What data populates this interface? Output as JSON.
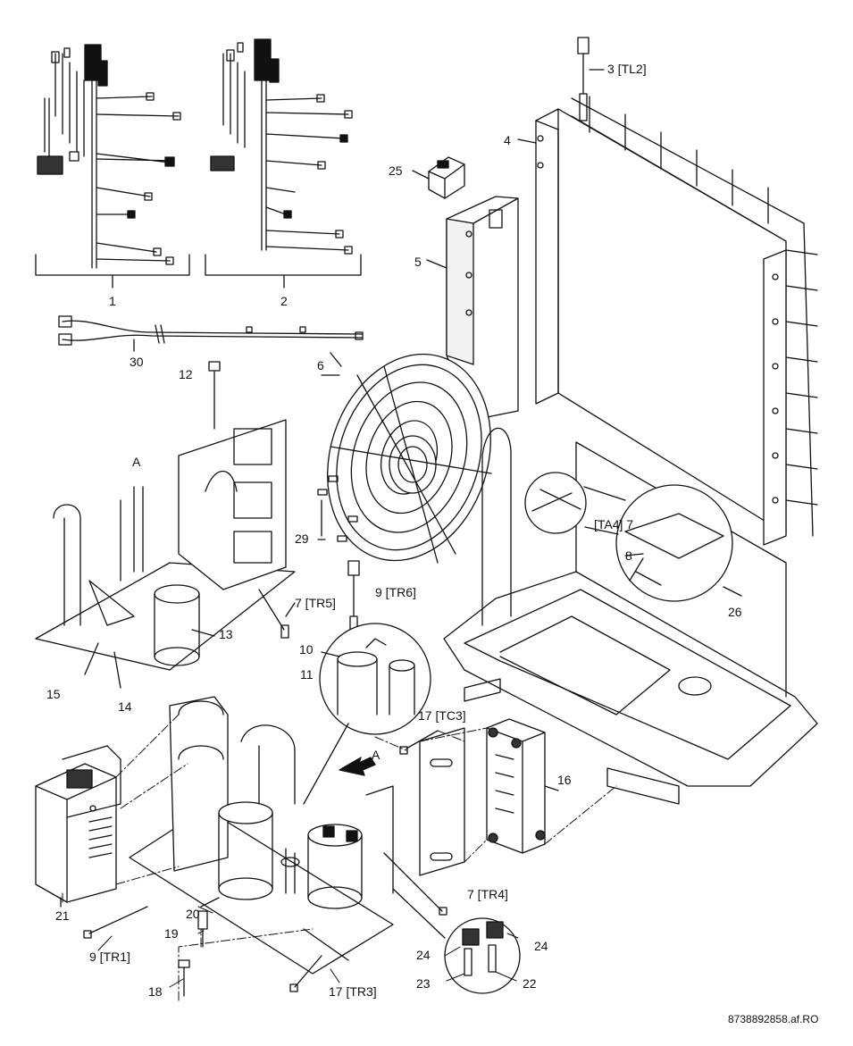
{
  "drawing": {
    "reference": "8738892858.af.RO",
    "view_marker": "A",
    "labels": {
      "c1": "1",
      "c2": "2",
      "c3": "3 [TL2]",
      "c4": "4",
      "c5": "5",
      "c6": "6",
      "c7a": "[TA4] 7",
      "c7b": "7 [TR5]",
      "c7c": "7 [TR4]",
      "c8": "8",
      "c9a": "9 [TR6]",
      "c9b": "9 [TR1]",
      "c10": "10",
      "c11": "11",
      "c12": "12",
      "c13": "13",
      "c14": "14",
      "c15": "15",
      "c16": "16",
      "c17a": "17 [TC3]",
      "c17b": "17 [TR3]",
      "c18": "18",
      "c19": "19",
      "c20": "20",
      "c21": "21",
      "c22": "22",
      "c23": "23",
      "c24a": "24",
      "c24b": "24",
      "c25": "25",
      "c26": "26",
      "c29": "29",
      "c30": "30"
    }
  }
}
